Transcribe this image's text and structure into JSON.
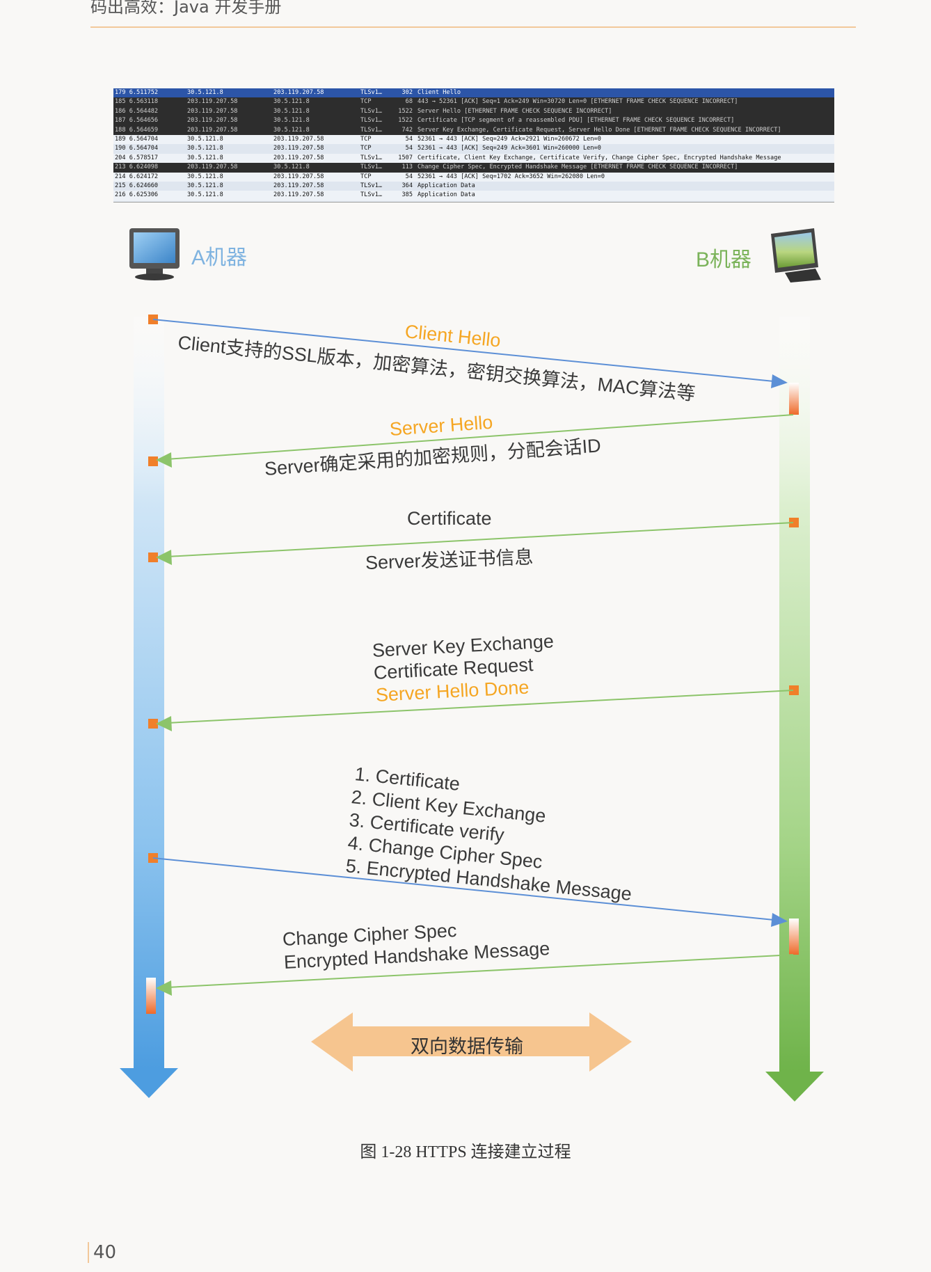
{
  "page": {
    "header": "码出高效：Java 开发手册",
    "caption": "图 1-28   HTTPS 连接建立过程",
    "page_number": "40"
  },
  "packets": [
    {
      "no": "179 6.511752",
      "src": "30.5.121.8",
      "dst": "203.119.207.58",
      "proto": "TLSv1…",
      "len": "302",
      "info": "Client Hello",
      "style": "sel"
    },
    {
      "no": "185 6.563118",
      "src": "203.119.207.58",
      "dst": "30.5.121.8",
      "proto": "TCP",
      "len": "68",
      "info": "443 → 52361 [ACK] Seq=1 Ack=249 Win=30720 Len=0 [ETHERNET FRAME CHECK SEQUENCE INCORRECT]",
      "style": "dark"
    },
    {
      "no": "186 6.564482",
      "src": "203.119.207.58",
      "dst": "30.5.121.8",
      "proto": "TLSv1…",
      "len": "1522",
      "info": "Server Hello [ETHERNET FRAME CHECK SEQUENCE INCORRECT]",
      "style": "dark"
    },
    {
      "no": "187 6.564656",
      "src": "203.119.207.58",
      "dst": "30.5.121.8",
      "proto": "TLSv1…",
      "len": "1522",
      "info": "Certificate [TCP segment of a reassembled PDU] [ETHERNET FRAME CHECK SEQUENCE INCORRECT]",
      "style": "dark"
    },
    {
      "no": "188 6.564659",
      "src": "203.119.207.58",
      "dst": "30.5.121.8",
      "proto": "TLSv1…",
      "len": "742",
      "info": "Server Key Exchange, Certificate Request, Server Hello Done [ETHERNET FRAME CHECK SEQUENCE INCORRECT]",
      "style": "dark"
    },
    {
      "no": "189 6.564704",
      "src": "30.5.121.8",
      "dst": "203.119.207.58",
      "proto": "TCP",
      "len": "54",
      "info": "52361 → 443 [ACK] Seq=249 Ack=2921 Win=260672 Len=0",
      "style": "normal"
    },
    {
      "no": "190 6.564704",
      "src": "30.5.121.8",
      "dst": "203.119.207.58",
      "proto": "TCP",
      "len": "54",
      "info": "52361 → 443 [ACK] Seq=249 Ack=3601 Win=260000 Len=0",
      "style": "normal alt"
    },
    {
      "no": "204 6.578517",
      "src": "30.5.121.8",
      "dst": "203.119.207.58",
      "proto": "TLSv1…",
      "len": "1507",
      "info": "Certificate, Client Key Exchange, Certificate Verify, Change Cipher Spec, Encrypted Handshake Message",
      "style": "normal"
    },
    {
      "no": "213 6.624098",
      "src": "203.119.207.58",
      "dst": "30.5.121.8",
      "proto": "TLSv1…",
      "len": "113",
      "info": "Change Cipher Spec, Encrypted Handshake Message [ETHERNET FRAME CHECK SEQUENCE INCORRECT]",
      "style": "dark"
    },
    {
      "no": "214 6.624172",
      "src": "30.5.121.8",
      "dst": "203.119.207.58",
      "proto": "TCP",
      "len": "54",
      "info": "52361 → 443 [ACK] Seq=1702 Ack=3652 Win=262080 Len=0",
      "style": "normal"
    },
    {
      "no": "215 6.624660",
      "src": "30.5.121.8",
      "dst": "203.119.207.58",
      "proto": "TLSv1…",
      "len": "364",
      "info": "Application Data",
      "style": "normal alt"
    },
    {
      "no": "216 6.625306",
      "src": "30.5.121.8",
      "dst": "203.119.207.58",
      "proto": "TLSv1…",
      "len": "385",
      "info": "Application Data",
      "style": "normal"
    }
  ],
  "diagram": {
    "machine_a": "A机器",
    "machine_b": "B机器",
    "colors": {
      "a_lane": "#6aaee6",
      "b_lane": "#7cbd55",
      "arrow_blue": "#5c8fd6",
      "arrow_green": "#8cc46a",
      "marker": "#f07f2a",
      "highlight": "#f5a623",
      "data_arrow": "#f6c58f"
    },
    "messages": [
      {
        "id": "client-hello",
        "title": "Client  Hello",
        "desc": "Client支持的SSL版本，加密算法，密钥交换算法，MAC算法等"
      },
      {
        "id": "server-hello",
        "title": "Server Hello",
        "desc": "Server确定采用的加密规则，分配会话ID"
      },
      {
        "id": "certificate",
        "title": "Certificate",
        "desc": "Server发送证书信息"
      },
      {
        "id": "server-key-exchange",
        "lines": [
          "Server Key Exchange",
          "Certificate Request"
        ],
        "highlight": "Server Hello Done"
      },
      {
        "id": "client-finish",
        "lines": [
          "1. Certificate",
          "2. Client Key Exchange",
          "3. Certificate verify",
          "4. Change Cipher Spec",
          "5. Encrypted Handshake Message"
        ]
      },
      {
        "id": "server-finish",
        "lines": [
          "Change Cipher Spec",
          "Encrypted Handshake Message"
        ]
      }
    ],
    "data_transfer": "双向数据传输"
  }
}
